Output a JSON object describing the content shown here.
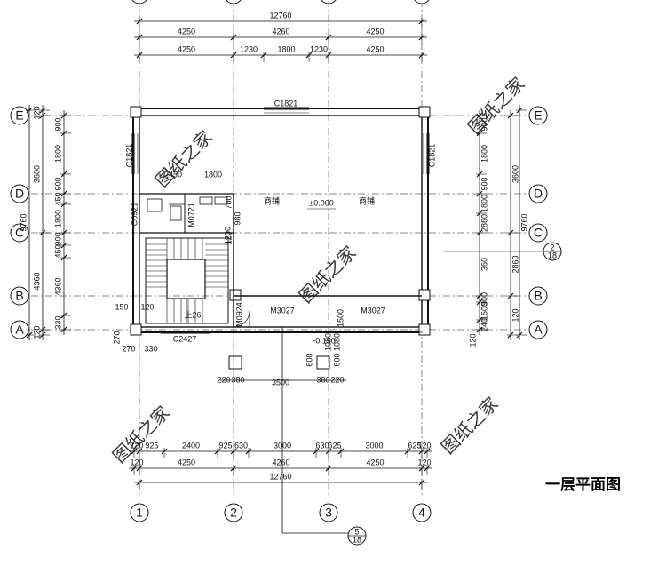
{
  "drawing": {
    "title": "一层平面图",
    "watermark": "图纸之家",
    "axes": {
      "columns": [
        "1",
        "2",
        "3",
        "4"
      ],
      "rows": [
        "E",
        "D",
        "C",
        "B",
        "A"
      ]
    },
    "dimensions": {
      "top": {
        "total": "12760",
        "bays": [
          "4250",
          "4260",
          "4250"
        ],
        "detail": [
          "4250",
          "1230",
          "1800",
          "1230",
          "4250"
        ]
      },
      "bottom": {
        "detail": [
          "120",
          "925",
          "2400",
          "925",
          "630",
          "3000",
          "630",
          "625",
          "3000",
          "625",
          "120"
        ],
        "bays": [
          "120",
          "4250",
          "4260",
          "4250",
          "120"
        ],
        "total": "12760"
      },
      "left": {
        "outer": [
          "120",
          "3600",
          "4360",
          "120"
        ],
        "inner": [
          "900",
          "1800",
          "900",
          "450",
          "1800",
          "900",
          "450",
          "4360",
          "330"
        ],
        "total": "9760",
        "extra": [
          "150",
          "120",
          "270",
          "330",
          "270"
        ]
      },
      "right": {
        "outer": [
          "3600",
          "2860",
          "120"
        ],
        "inner": [
          "900",
          "1800",
          "900",
          "1800",
          "2860",
          "360",
          "900",
          "1500",
          "240"
        ],
        "total": "9760",
        "extra": [
          "120"
        ]
      },
      "interior": [
        "2450",
        "1800",
        "700",
        "980",
        "1200",
        "120",
        "1500",
        "1080",
        "600",
        "1080",
        "600",
        "3500",
        "220",
        "380",
        "380",
        "220"
      ]
    },
    "labels": {
      "window_top": "C1821",
      "window_left": "C1821",
      "window_right": "C1821",
      "window_bottom": "C2427",
      "door_left": "M3027",
      "door_right": "M3027",
      "door_m0924": "M0924",
      "door_m0721": "M0721",
      "c0921": "C0921",
      "shop_left": "商铺",
      "shop_right": "商铺",
      "elev_floor": "±0.000",
      "elev_step": "-0.150",
      "stair_up": "上26",
      "detail_2_num": "2",
      "detail_2_sheet": "18",
      "detail_5_num": "5",
      "detail_5_sheet": "18"
    }
  }
}
